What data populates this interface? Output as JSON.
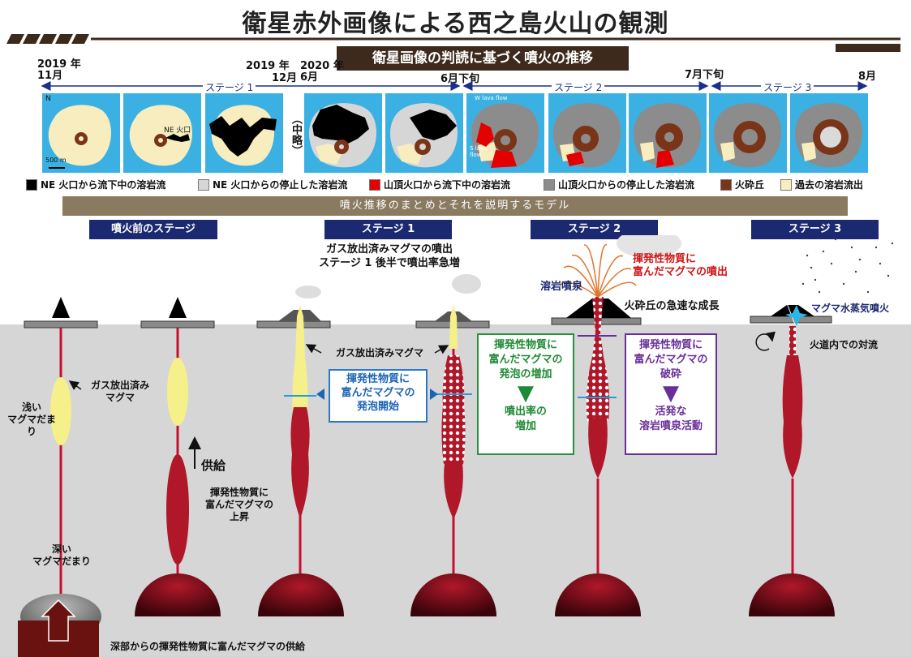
{
  "title": "衛星赤外画像による西之島火山の観測",
  "subtitle": "衛星画像の判読に基づく噴火の推移",
  "timeline": {
    "d1": {
      "year": "2019 年",
      "month": "11月"
    },
    "d2": {
      "year": "2019 年",
      "month": "12月"
    },
    "d3": {
      "year": "2020 年",
      "month": "6月"
    },
    "d4": "6月下旬",
    "d5": "7月下旬",
    "d6": "8月",
    "stage1": "ステージ 1",
    "stage2": "ステージ 2",
    "stage3": "ステージ 3",
    "omitted": "（中略）"
  },
  "tiles": {
    "north": "N",
    "scale": "500 m",
    "ne_vent": "NE 火口",
    "w_flow": "W lava flow",
    "s_flow": "S lava flow"
  },
  "legend": [
    {
      "label": "NE 火口から流下中の溶岩流",
      "color": "#000000"
    },
    {
      "label": "NE 火口からの停止した溶岩流",
      "color": "#d6d6d6"
    },
    {
      "label": "山頂火口から流下中の溶岩流",
      "color": "#e30000"
    },
    {
      "label": "山頂火口からの停止した溶岩流",
      "color": "#8c8c8c"
    },
    {
      "label": "火砕丘",
      "color": "#7a3418"
    },
    {
      "label": "過去の溶岩流出",
      "color": "#f7edbf"
    }
  ],
  "model_band": "噴火推移のまとめとそれを説明するモデル",
  "stage_heads": {
    "pre": "噴火前のステージ",
    "s1": "ステージ 1",
    "s2": "ステージ 2",
    "s3": "ステージ 3"
  },
  "notes": {
    "shallow": "浅い\nマグマだまり",
    "degassed1": "ガス放出済み\nマグマ",
    "supply": "供給",
    "volatile_rise": "揮発性物質に\n富んだマグマの\n上昇",
    "deep": "深い\nマグマだまり",
    "s1_top": "ガス放出済みマグマの噴出\nステージ 1 後半で噴出率急増",
    "degassed2": "ガス放出済みマグマ",
    "box_blue": "揮発性物質に\n富んだマグマの\n発泡開始",
    "box_green_top": "揮発性物質に\n富んだマグマの\n発泡の増加",
    "box_green_bottom": "噴出率の\n増加",
    "lava_fountain": "溶岩噴泉",
    "volatile_erupt": "揮発性物質に\n富んだマグマの噴出",
    "cone_growth": "火砕丘の急速な成長",
    "box_purple_top": "揮発性物質に\n富んだマグマの\n破砕",
    "box_purple_bottom": "活発な\n溶岩噴泉活動",
    "phreato": "マグマ水蒸気噴火",
    "convection": "火道内での対流",
    "bottom": "深部からの揮発性物質に富んだマグマの供給"
  }
}
